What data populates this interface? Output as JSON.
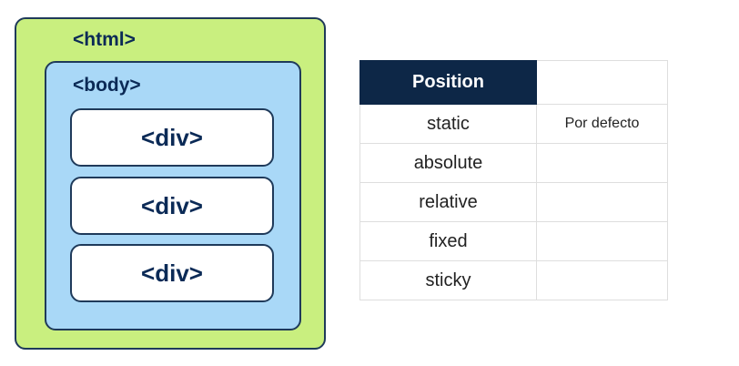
{
  "diagram": {
    "html_label": "<html>",
    "body_label": "<body>",
    "divs": [
      "<div>",
      "<div>",
      "<div>"
    ]
  },
  "table": {
    "header": [
      "Position",
      ""
    ],
    "rows": [
      [
        "static",
        "Por defecto"
      ],
      [
        "absolute",
        ""
      ],
      [
        "relative",
        ""
      ],
      [
        "fixed",
        ""
      ],
      [
        "sticky",
        ""
      ]
    ]
  },
  "colors": {
    "html_box": "#c9ef7f",
    "body_box": "#a9d8f7",
    "div_box": "#ffffff",
    "header_bg": "#0d2747",
    "label_text": "#0b2a56"
  }
}
